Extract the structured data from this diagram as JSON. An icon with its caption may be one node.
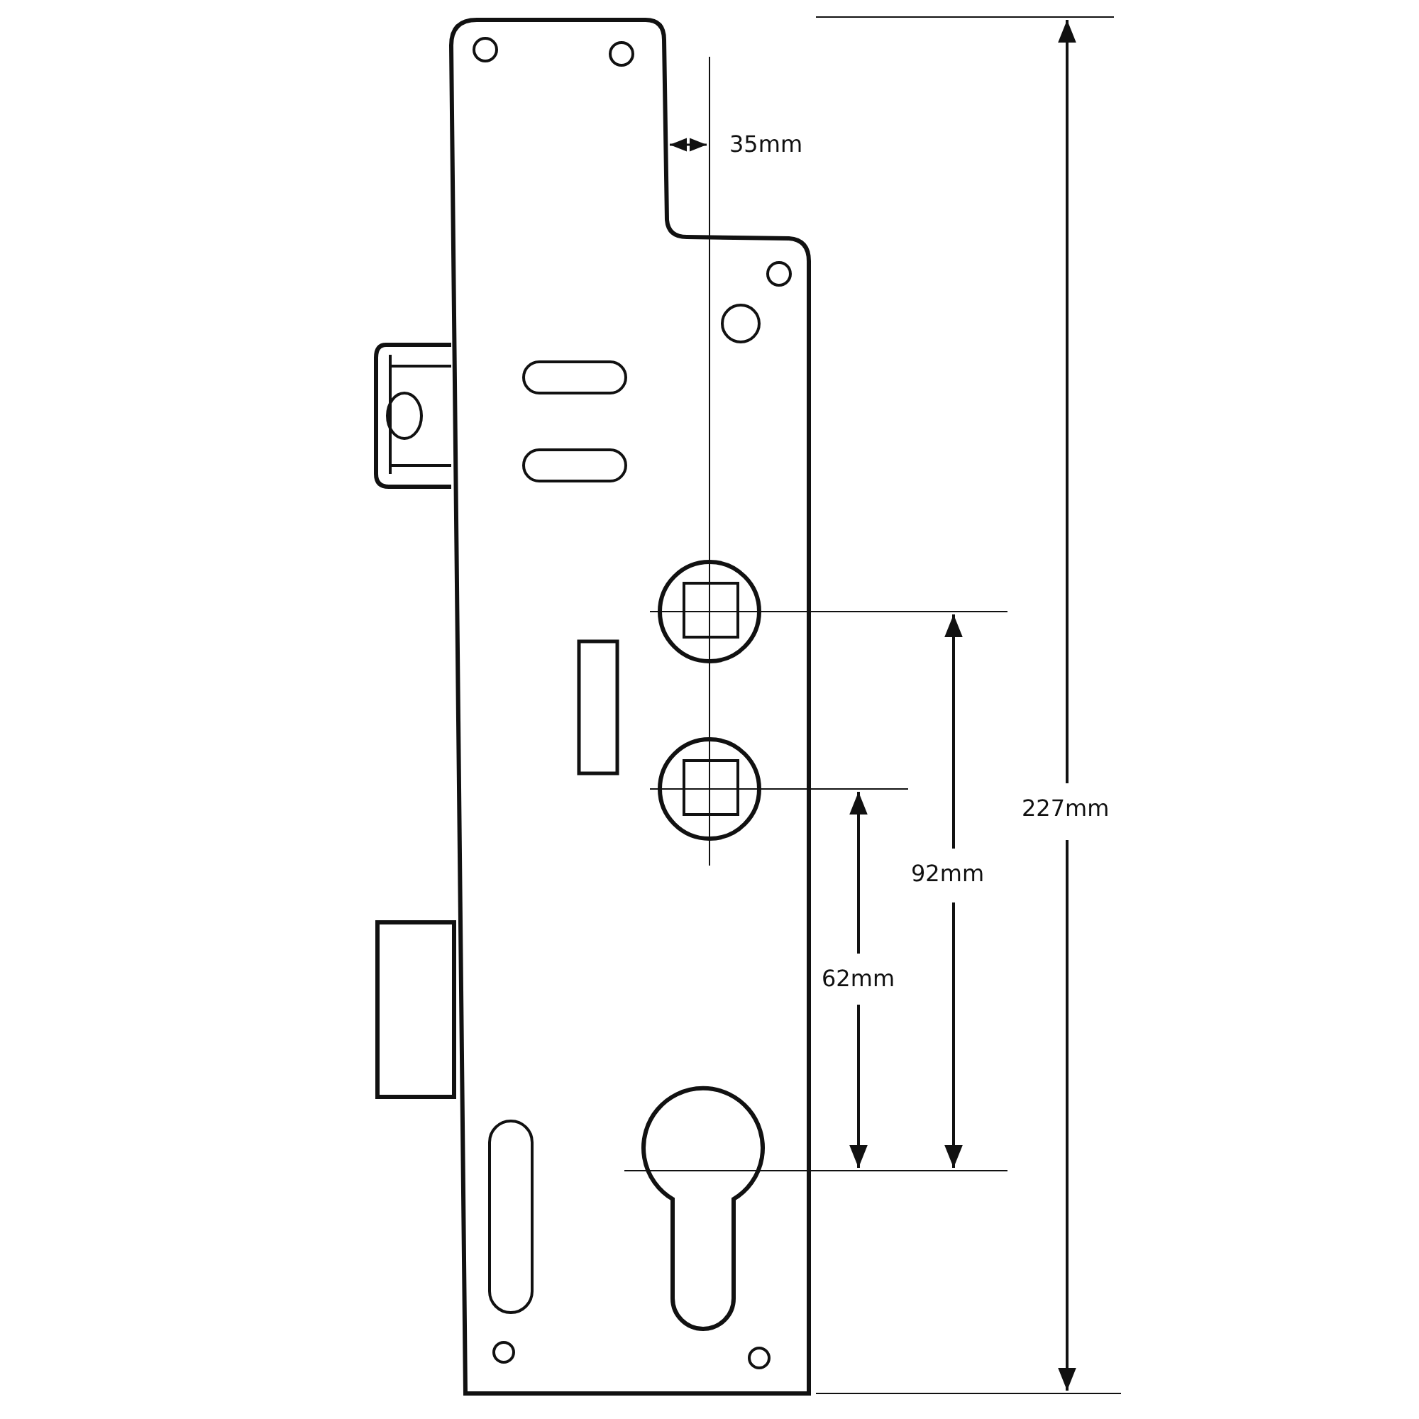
{
  "diagram": {
    "labels": [
      "35mm",
      "227mm",
      "92mm",
      "62mm"
    ]
  }
}
